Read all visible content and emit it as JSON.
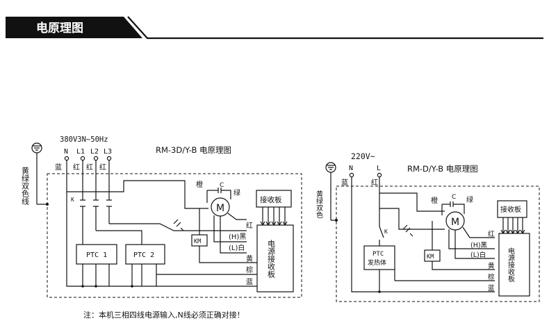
{
  "header": {
    "title": "电原理图"
  },
  "left": {
    "supply": "380V3N~50Hz",
    "terminals": [
      "N",
      "L1",
      "L2",
      "L3"
    ],
    "wire_colors": [
      "蓝",
      "红",
      "红",
      "红"
    ],
    "ground_label": "黄绿双色线",
    "title": "RM-3D/Y-B 电原理图",
    "k_label": "K",
    "ptc1": "PTC 1",
    "ptc2": "PTC 2",
    "km": "KM",
    "motor": "M",
    "cap": "C",
    "orange": "橙",
    "green": "绿",
    "receiver": "接收板",
    "board": "电源接收板",
    "wires": [
      "红",
      "(H)黑",
      "(L)白",
      "黄",
      "棕",
      "蓝"
    ]
  },
  "right": {
    "supply": "220V~",
    "terminals": [
      "N",
      "L"
    ],
    "wire_colors": [
      "蓝",
      "红"
    ],
    "ground_label": "黄绿双色",
    "title": "RM-D/Y-B 电原理图",
    "k_label": "K",
    "ptc": "PTC",
    "ptc_sub": "发热体",
    "km": "KM",
    "motor": "M",
    "cap": "C",
    "orange": "橙",
    "green": "绿",
    "receiver": "接收板",
    "board": "电源接收板",
    "wires": [
      "红",
      "(H)黑",
      "(L)白",
      "黄",
      "棕",
      "蓝"
    ]
  },
  "note": "注：本机三相四线电源输入,N线必须正确对接！"
}
